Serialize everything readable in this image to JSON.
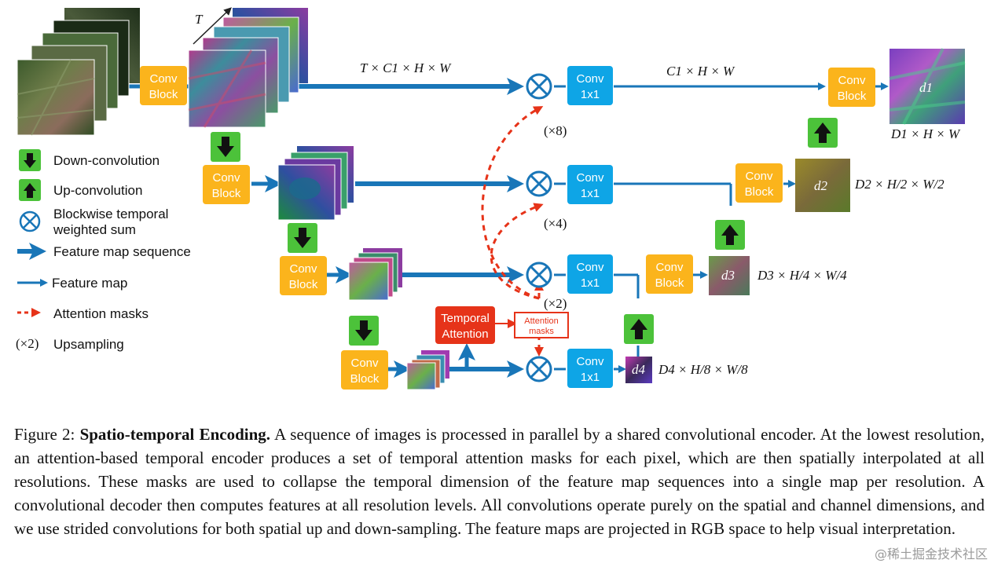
{
  "labels": {
    "conv_block": [
      "Conv",
      "Block"
    ],
    "conv_1x1": [
      "Conv",
      "1x1"
    ],
    "temporal_attention": [
      "Temporal",
      "Attention"
    ],
    "attention_masks": [
      "Attention",
      "masks"
    ],
    "time_axis": "T",
    "top_seq_dims": "T × C1 × H × W",
    "top_map_dims": "C1 × H × W",
    "upsample_x8": "(×8)",
    "upsample_x4": "(×4)",
    "upsample_x2": "(×2)",
    "d1": "d1",
    "d2": "d2",
    "d3": "d3",
    "d4": "d4",
    "d1_dims": "D1 × H × W",
    "d2_dims": "D2 × H/2 × W/2",
    "d3_dims": "D3 × H/4 × W/4",
    "d4_dims": "D4 × H/8 × W/8"
  },
  "legend": [
    {
      "icon": "down-arrow-icon",
      "text": "Down-convolution"
    },
    {
      "icon": "up-arrow-icon",
      "text": "Up-convolution"
    },
    {
      "icon": "otimes-icon",
      "text": "Blockwise temporal weighted sum"
    },
    {
      "icon": "thick-arrow-icon",
      "text": "Feature map sequence"
    },
    {
      "icon": "thin-arrow-icon",
      "text": "Feature map"
    },
    {
      "icon": "dashed-red-arrow-icon",
      "text": "Attention masks"
    },
    {
      "icon": "x2-text",
      "text": "(×2)  Upsampling"
    }
  ],
  "caption": {
    "label": "Figure 2:",
    "bold": "Spatio-temporal Encoding.",
    "text": "A sequence of images is processed in parallel by a shared convolutional encoder. At the lowest resolution, an attention-based temporal encoder produces a set of temporal attention masks for each pixel, which are then spatially interpolated at all resolutions. These masks are used to collapse the temporal dimension of the feature map sequences into a single map per resolution. A convolutional decoder then computes features at all resolution levels. All convolutions operate purely on the spatial and channel dimensions, and we use strided convolutions for both spatial up and down-sampling. The feature maps are projected in RGB space to help visual interpretation."
  },
  "watermark": "@稀土掘金技术社区",
  "colors": {
    "conv_block": "#fbb41c",
    "conv_1x1": "#0ea5e6",
    "arrow_blue": "#1976b8",
    "arrow_green": "#4cc23a",
    "temporal": "#e63319",
    "mask_red": "#e63319"
  }
}
